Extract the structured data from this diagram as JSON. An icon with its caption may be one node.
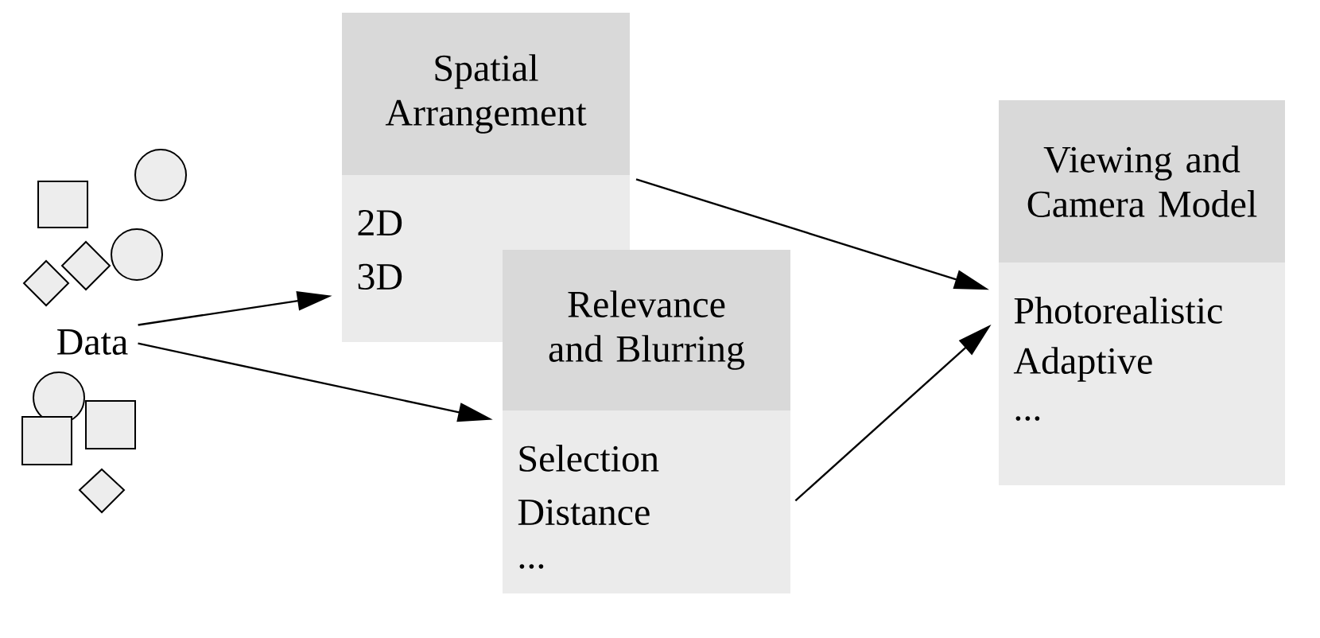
{
  "diagram": {
    "nodes": [
      {
        "text": [
          "Data"
        ]
      },
      {
        "text": [
          "Spatial Arrangement",
          "2D",
          "3D"
        ]
      },
      {
        "text": [
          "Relevance and Blurring",
          "Selection",
          "Distance",
          "..."
        ]
      },
      {
        "text": [
          "Viewing and Camera Model",
          "Photorealistic",
          "Adaptive",
          "..."
        ]
      }
    ],
    "edges": [
      {
        "from": 0,
        "to": 1,
        "arrow": "to"
      },
      {
        "from": 0,
        "to": 2,
        "arrow": "to"
      },
      {
        "from": 1,
        "to": 3,
        "arrow": "to"
      },
      {
        "from": 2,
        "to": 3,
        "arrow": "to"
      }
    ]
  }
}
